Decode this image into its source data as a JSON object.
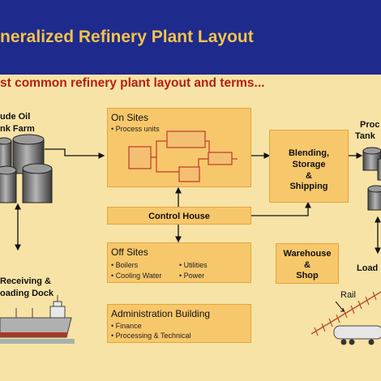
{
  "title": "neralized Refinery Plant Layout",
  "subtitle": "st common refinery plant layout and terms...",
  "crude_oil": {
    "line1": "ude Oil",
    "line2": "nk Farm"
  },
  "receiving": {
    "line1": "Receiving &",
    "line2": "oading Dock"
  },
  "on_sites": {
    "heading": "On Sites",
    "bullet": "• Process units"
  },
  "control_house": "Control House",
  "off_sites": {
    "heading": "Off Sites",
    "items_left": [
      "• Boilers",
      "• Cooling Water"
    ],
    "items_right": [
      "• Utilities",
      "• Power"
    ]
  },
  "blending": {
    "line1": "Blending,",
    "line2": "Storage",
    "line3": "&",
    "line4": "Shipping"
  },
  "warehouse": {
    "line1": "Warehouse",
    "line2": "&",
    "line3": "Shop"
  },
  "admin": {
    "heading": "Administration Building",
    "items": [
      "• Finance",
      "• Processing & Technical"
    ]
  },
  "product_tank": {
    "line1": "Proc",
    "line2": "Tank"
  },
  "loading": "Load",
  "rail": "Rail",
  "colors": {
    "header_bg": "#1e2a8c",
    "title": "#f1c24b",
    "subtitle": "#b41f14",
    "background": "#f7e3a6",
    "box": "#f7c76b",
    "box_border": "#e3a53e",
    "inner_box": "#f3c073",
    "inner_border": "#c0392b"
  }
}
